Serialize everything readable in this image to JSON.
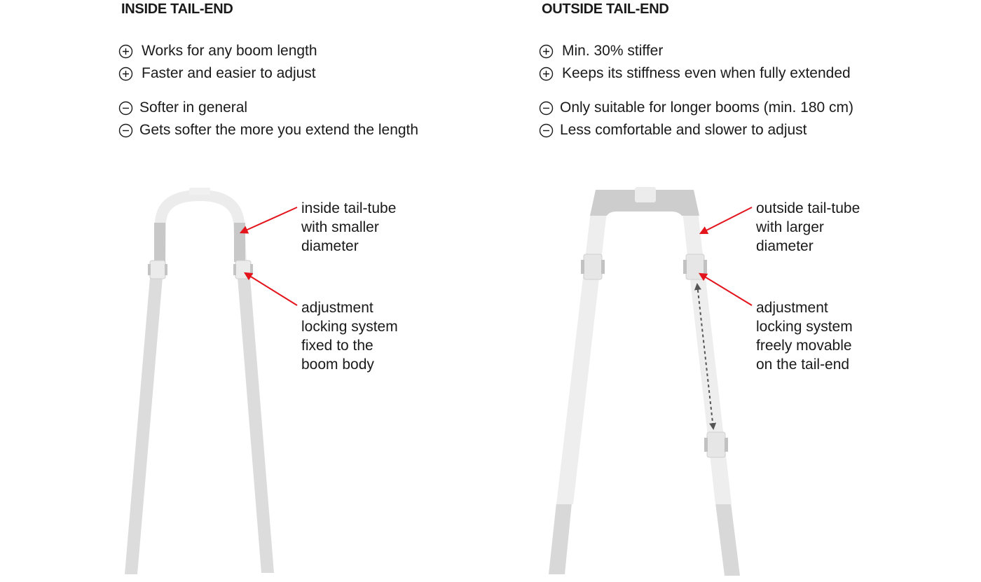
{
  "panels": [
    {
      "title": "INSIDE TAIL-END",
      "pros": [
        "Works for any boom length",
        "Faster and easier to adjust"
      ],
      "cons": [
        "Softer in general",
        "Gets softer the more you extend the length"
      ],
      "callouts": [
        [
          "inside tail-tube",
          "with smaller",
          "diameter"
        ],
        [
          "adjustment",
          "locking system",
          "fixed to the",
          "boom body"
        ]
      ]
    },
    {
      "title": "OUTSIDE TAIL-END",
      "pros": [
        "Min. 30% stiffer",
        "Keeps its stiffness even when fully extended"
      ],
      "cons": [
        "Only suitable for longer booms (min. 180 cm)",
        "Less comfortable and slower to adjust"
      ],
      "callouts": [
        [
          "outside tail-tube",
          "with larger",
          "diameter"
        ],
        [
          "adjustment",
          "locking system",
          "freely movable",
          "on the tail-end"
        ]
      ]
    }
  ],
  "icons": {
    "pro": "plus-circle-icon",
    "con": "minus-circle-icon",
    "pointer": "red-arrow-icon",
    "range": "double-arrow-icon"
  },
  "colors": {
    "arrow": "#e3141c",
    "tube_light": "#ececec",
    "tube_mid": "#dcdcdc",
    "tube_dark": "#c4c4c4",
    "range_arrow": "#555555"
  }
}
